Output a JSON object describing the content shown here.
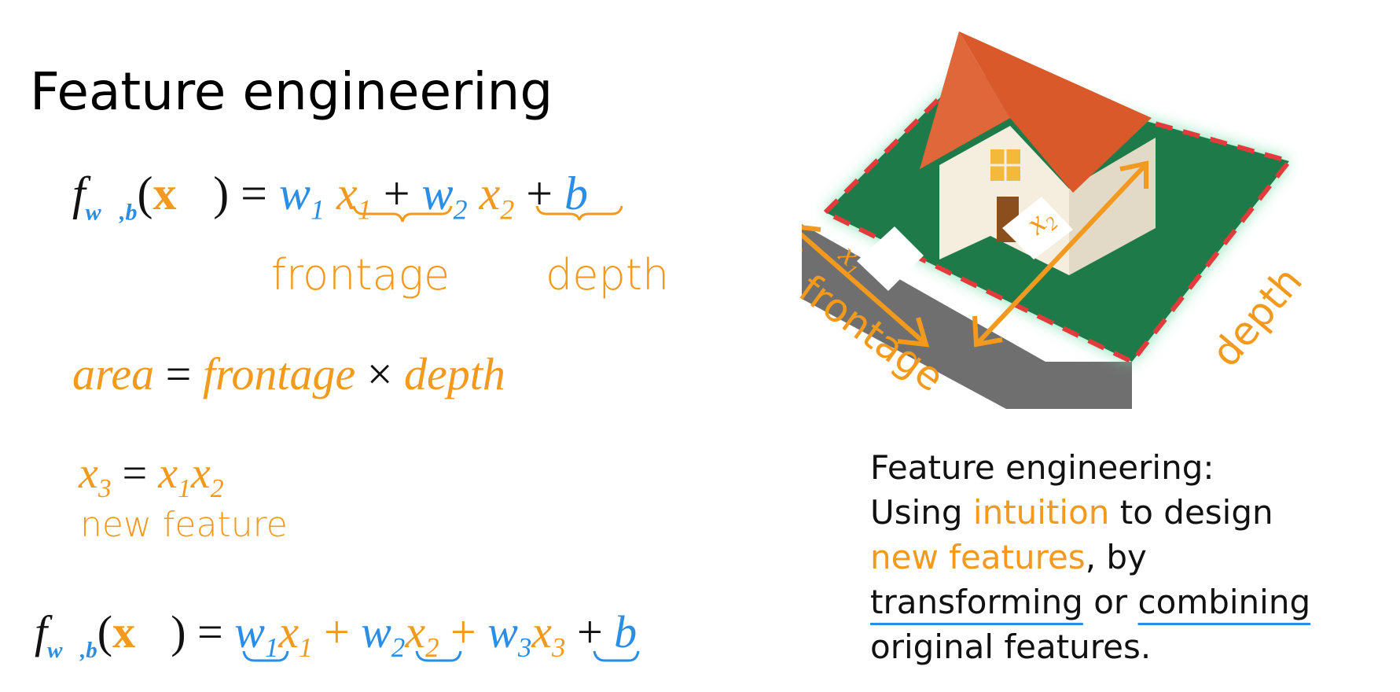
{
  "title": "Feature engineering",
  "model_1": {
    "f": "f",
    "f_sub": "w⃗,b",
    "x_vec": "x⃗",
    "w1": "w",
    "w1_sub": "1",
    "x1": "x",
    "x1_sub": "1",
    "w2": "w",
    "w2_sub": "2",
    "x2": "x",
    "x2_sub": "2",
    "b": "b",
    "label_frontage": "frontage",
    "label_depth": "depth"
  },
  "area_equation": {
    "lhs": "area",
    "term1": "frontage",
    "times": "×",
    "term2": "depth"
  },
  "new_feature_equation": {
    "lhs": "x",
    "lhs_sub": "3",
    "rhs_a": "x",
    "rhs_a_sub": "1",
    "rhs_b": "x",
    "rhs_b_sub": "2",
    "label": "new feature"
  },
  "model_2": {
    "f": "f",
    "f_sub": "w⃗,b",
    "x_vec": "x⃗",
    "w1": "w",
    "w1_sub": "1",
    "x1": "x",
    "x1_sub": "1",
    "w2": "w",
    "w2_sub": "2",
    "x2": "x",
    "x2_sub": "2",
    "w3": "w",
    "w3_sub": "3",
    "x3": "x",
    "x3_sub": "3",
    "b": "b"
  },
  "illustration": {
    "label_x1": "x",
    "label_x1_sub": "1",
    "label_x2": "x",
    "label_x2_sub": "2",
    "label_frontage": "frontage",
    "label_depth": "depth"
  },
  "definition": {
    "line1": "Feature engineering:",
    "line2a": "Using ",
    "line2_highlight": "intuition",
    "line2b": " to design",
    "line3_highlight": "new features",
    "line3b": ", by",
    "line4_ul1": "transforming",
    "line4_mid": " or ",
    "line4_ul2": "combining",
    "line5": "original features."
  },
  "colors": {
    "blue": "#2b8ee6",
    "orange": "#f39a1e",
    "roof": "#d9592a",
    "lawn": "#1f7a4a",
    "road": "#6f6f6f",
    "property_line": "#e23b3b"
  }
}
